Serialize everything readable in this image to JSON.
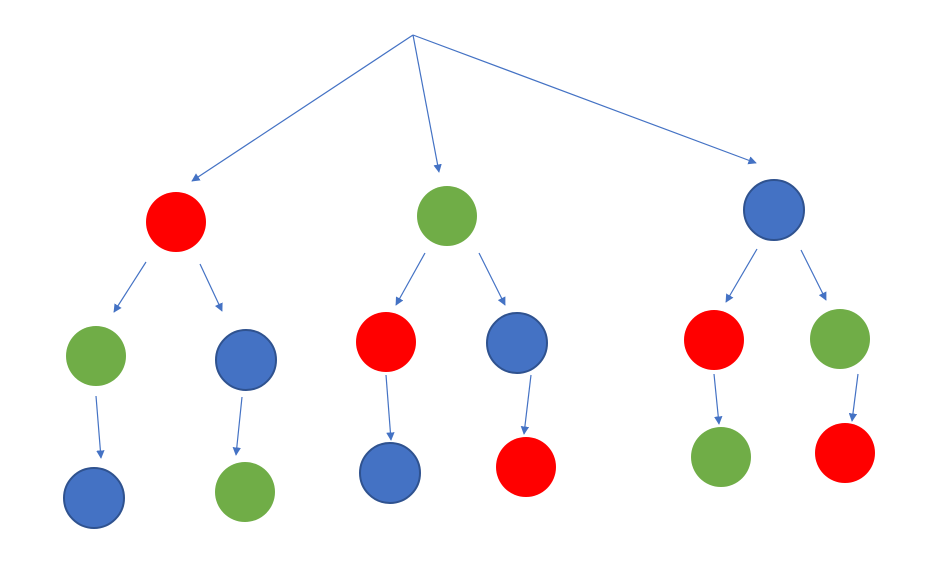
{
  "diagram": {
    "type": "tree",
    "colors": {
      "red": "#ff0000",
      "green": "#70ad47",
      "blue": "#4472c4",
      "blue_outline": "#2f528f",
      "edge": "#4472c4"
    },
    "nodes": [
      {
        "id": "root",
        "color": "none"
      },
      {
        "id": "l1-left",
        "color": "red"
      },
      {
        "id": "l1-middle",
        "color": "green"
      },
      {
        "id": "l1-right",
        "color": "blue"
      },
      {
        "id": "l2-left-a",
        "color": "green"
      },
      {
        "id": "l2-left-b",
        "color": "blue"
      },
      {
        "id": "l2-middle-a",
        "color": "red"
      },
      {
        "id": "l2-middle-b",
        "color": "blue"
      },
      {
        "id": "l2-right-a",
        "color": "red"
      },
      {
        "id": "l2-right-b",
        "color": "green"
      },
      {
        "id": "l3-left-a",
        "color": "blue"
      },
      {
        "id": "l3-left-b",
        "color": "green"
      },
      {
        "id": "l3-middle-a",
        "color": "blue"
      },
      {
        "id": "l3-middle-b",
        "color": "red"
      },
      {
        "id": "l3-right-a",
        "color": "green"
      },
      {
        "id": "l3-right-b",
        "color": "red"
      }
    ],
    "edges": [
      {
        "from": "root",
        "to": "l1-left"
      },
      {
        "from": "root",
        "to": "l1-middle"
      },
      {
        "from": "root",
        "to": "l1-right"
      },
      {
        "from": "l1-left",
        "to": "l2-left-a"
      },
      {
        "from": "l1-left",
        "to": "l2-left-b"
      },
      {
        "from": "l1-middle",
        "to": "l2-middle-a"
      },
      {
        "from": "l1-middle",
        "to": "l2-middle-b"
      },
      {
        "from": "l1-right",
        "to": "l2-right-a"
      },
      {
        "from": "l1-right",
        "to": "l2-right-b"
      },
      {
        "from": "l2-left-a",
        "to": "l3-left-a"
      },
      {
        "from": "l2-left-b",
        "to": "l3-left-b"
      },
      {
        "from": "l2-middle-a",
        "to": "l3-middle-a"
      },
      {
        "from": "l2-middle-b",
        "to": "l3-middle-b"
      },
      {
        "from": "l2-right-a",
        "to": "l3-right-a"
      },
      {
        "from": "l2-right-b",
        "to": "l3-right-b"
      }
    ]
  }
}
